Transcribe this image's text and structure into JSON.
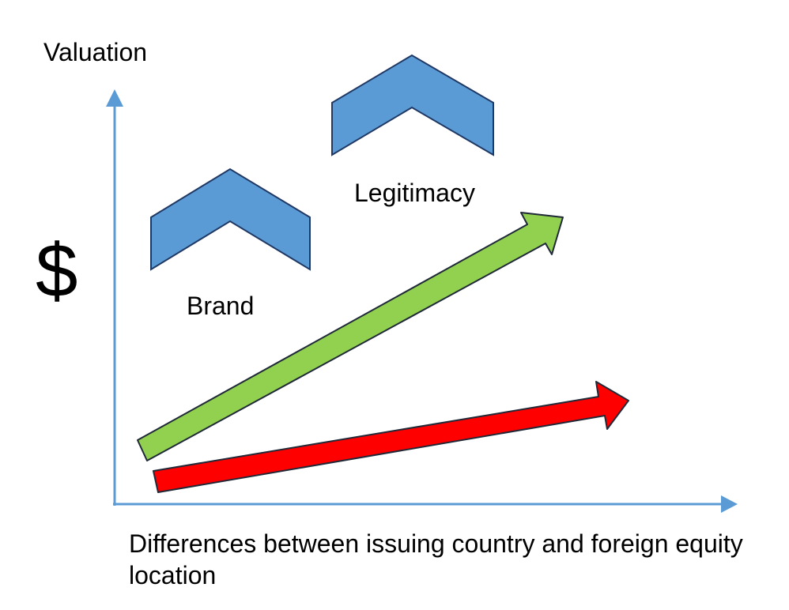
{
  "axes": {
    "y_title": "Valuation",
    "x_title": "Differences between issuing country and foreign equity location",
    "y_symbol": "$"
  },
  "labels": {
    "brand": "Brand",
    "legitimacy": "Legitimacy"
  },
  "colors": {
    "axis": "#5b9bd5",
    "chevron_fill": "#5b9bd5",
    "chevron_stroke": "#1f3864",
    "green_arrow": "#92d050",
    "red_arrow": "#ff0000",
    "arrow_stroke": "#1f2937"
  }
}
